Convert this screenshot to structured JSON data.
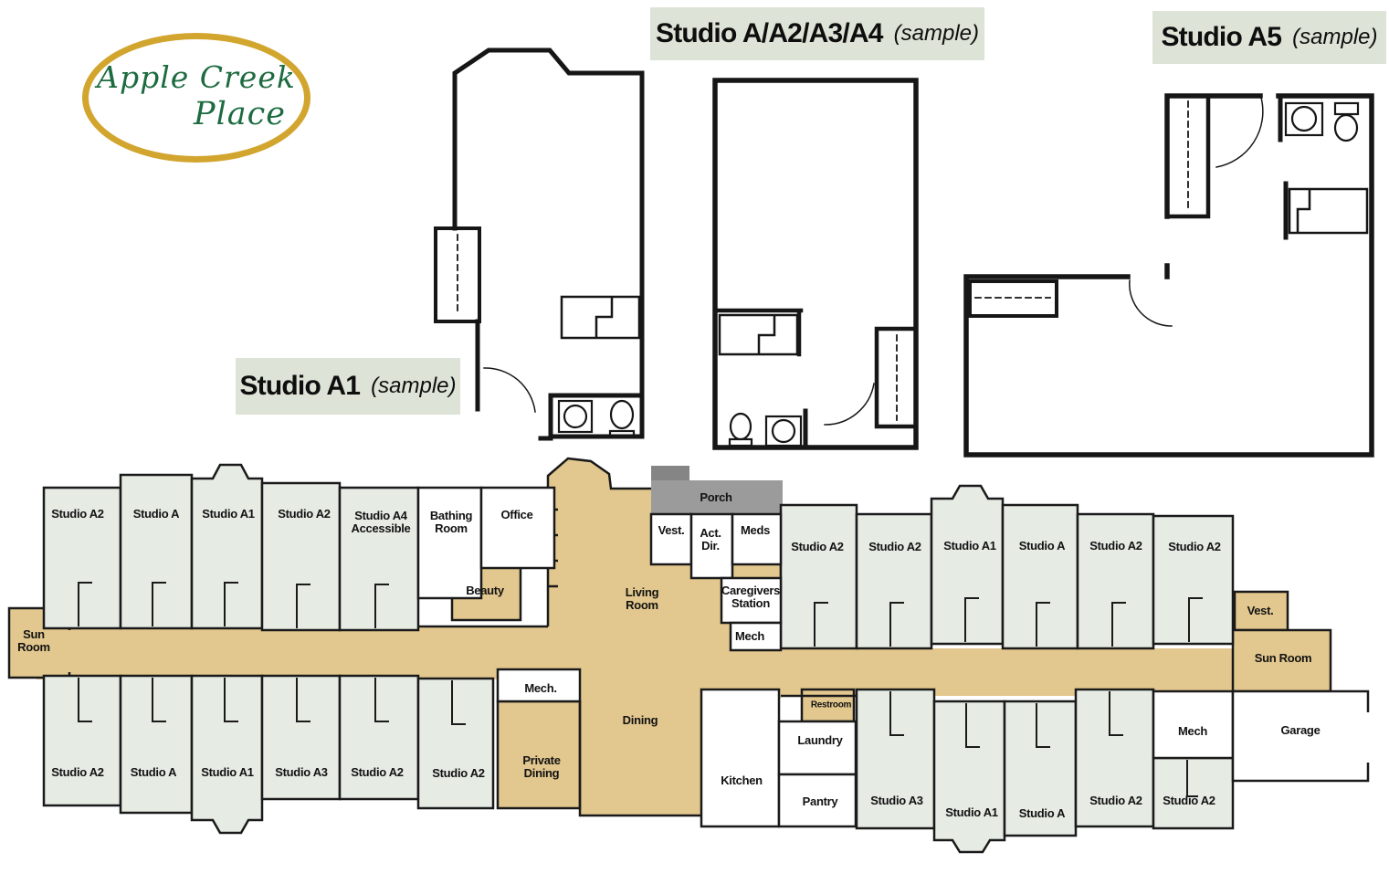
{
  "logo": {
    "line1": "Apple Creek",
    "line2": "Place"
  },
  "titles": {
    "a_group": {
      "name": "Studio A/A2/A3/A4",
      "qualifier": "(sample)"
    },
    "a5": {
      "name": "Studio A5",
      "qualifier": "(sample)"
    },
    "a1": {
      "name": "Studio A1",
      "qualifier": "(sample)"
    }
  },
  "colors": {
    "corridor_tan": "#e2c78e",
    "room_green": "#e6ebe4",
    "porch_gray": "#9b9b9b",
    "porch_dark_gray": "#858585",
    "wall_black": "#1a1a1a",
    "logo_gold": "#d2a52e",
    "logo_green": "#1d6b40",
    "title_bg": "#dde3d7"
  },
  "plan": {
    "labels": [
      {
        "label": "Studio A2"
      },
      {
        "label": "Studio A"
      },
      {
        "label": "Studio A1"
      },
      {
        "label": "Studio A2"
      },
      {
        "label": "Studio A4 Accessible"
      },
      {
        "label": "Bathing Room"
      },
      {
        "label": "Office"
      },
      {
        "label": "Beauty"
      },
      {
        "label": "Living Room"
      },
      {
        "label": "Porch"
      },
      {
        "label": "Vest."
      },
      {
        "label": "Act. Dir."
      },
      {
        "label": "Meds"
      },
      {
        "label": "Caregivers Station"
      },
      {
        "label": "Mech"
      },
      {
        "label": "Sun Room"
      },
      {
        "label": "Studio A2"
      },
      {
        "label": "Studio A2"
      },
      {
        "label": "Studio A1"
      },
      {
        "label": "Studio A"
      },
      {
        "label": "Studio A2"
      },
      {
        "label": "Studio A2"
      },
      {
        "label": "Vest."
      },
      {
        "label": "Sun Room"
      },
      {
        "label": "Studio A2"
      },
      {
        "label": "Studio A"
      },
      {
        "label": "Studio A1"
      },
      {
        "label": "Studio A3"
      },
      {
        "label": "Studio A2"
      },
      {
        "label": "Studio A2"
      },
      {
        "label": "Mech."
      },
      {
        "label": "Private Dining"
      },
      {
        "label": "Dining"
      },
      {
        "label": "Kitchen"
      },
      {
        "label": "Restroom"
      },
      {
        "label": "Laundry"
      },
      {
        "label": "Pantry"
      },
      {
        "label": "Studio A3"
      },
      {
        "label": "Studio A1"
      },
      {
        "label": "Studio A"
      },
      {
        "label": "Studio A2"
      },
      {
        "label": "Studio A2"
      },
      {
        "label": "Mech"
      },
      {
        "label": "Garage"
      }
    ]
  }
}
